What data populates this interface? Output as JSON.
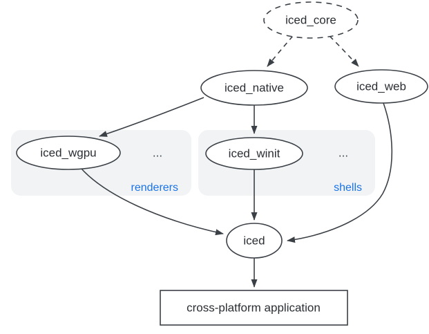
{
  "nodes": {
    "iced_core": {
      "label": "iced_core"
    },
    "iced_native": {
      "label": "iced_native"
    },
    "iced_web": {
      "label": "iced_web"
    },
    "iced_wgpu": {
      "label": "iced_wgpu"
    },
    "iced_winit": {
      "label": "iced_winit"
    },
    "iced": {
      "label": "iced"
    },
    "application": {
      "label": "cross-platform application"
    }
  },
  "groups": {
    "renderers": {
      "label": "renderers",
      "ellipsis": "..."
    },
    "shells": {
      "label": "shells",
      "ellipsis": "..."
    }
  },
  "edges": [
    {
      "from": "iced_core",
      "to": "iced_native",
      "style": "dashed"
    },
    {
      "from": "iced_core",
      "to": "iced_web",
      "style": "dashed"
    },
    {
      "from": "iced_native",
      "to": "iced_wgpu",
      "style": "solid"
    },
    {
      "from": "iced_native",
      "to": "iced_winit",
      "style": "solid"
    },
    {
      "from": "iced_wgpu",
      "to": "iced",
      "style": "solid"
    },
    {
      "from": "iced_winit",
      "to": "iced",
      "style": "solid"
    },
    {
      "from": "iced_web",
      "to": "iced",
      "style": "solid"
    },
    {
      "from": "iced",
      "to": "application",
      "style": "solid"
    }
  ],
  "colors": {
    "background": "#ffffff",
    "node_fill": "#ffffff",
    "node_stroke": "#3b4046",
    "edge": "#3b4046",
    "text": "#2a2e33",
    "group_background": "#f1f3f4",
    "group_label": "#1a73e8"
  }
}
